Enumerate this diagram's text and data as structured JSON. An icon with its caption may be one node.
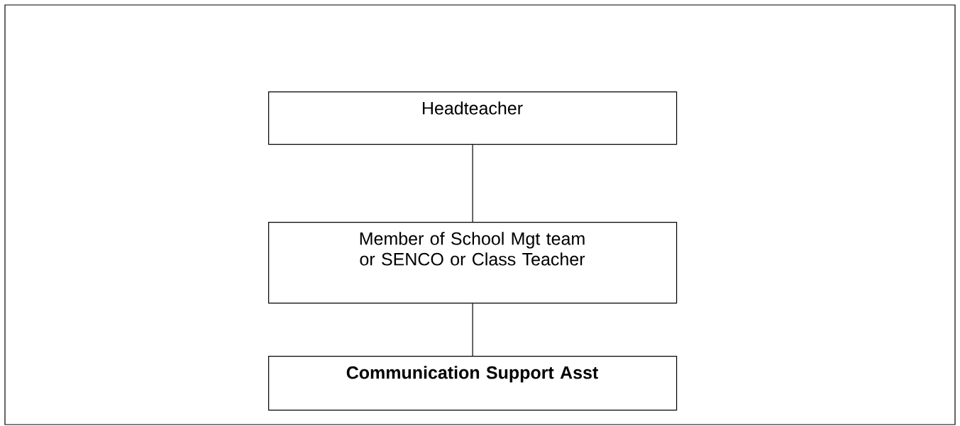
{
  "diagram": {
    "nodes": [
      {
        "text": [
          "Headteacher"
        ]
      },
      {
        "text": [
          "Member of School Mgt team or SENCO or Class Teacher"
        ]
      },
      {
        "text": [
          "Communication Support Asst"
        ]
      }
    ],
    "edges": [
      {
        "from": 0,
        "to": 1,
        "arrow": "none"
      },
      {
        "from": 1,
        "to": 2,
        "arrow": "none"
      }
    ]
  }
}
